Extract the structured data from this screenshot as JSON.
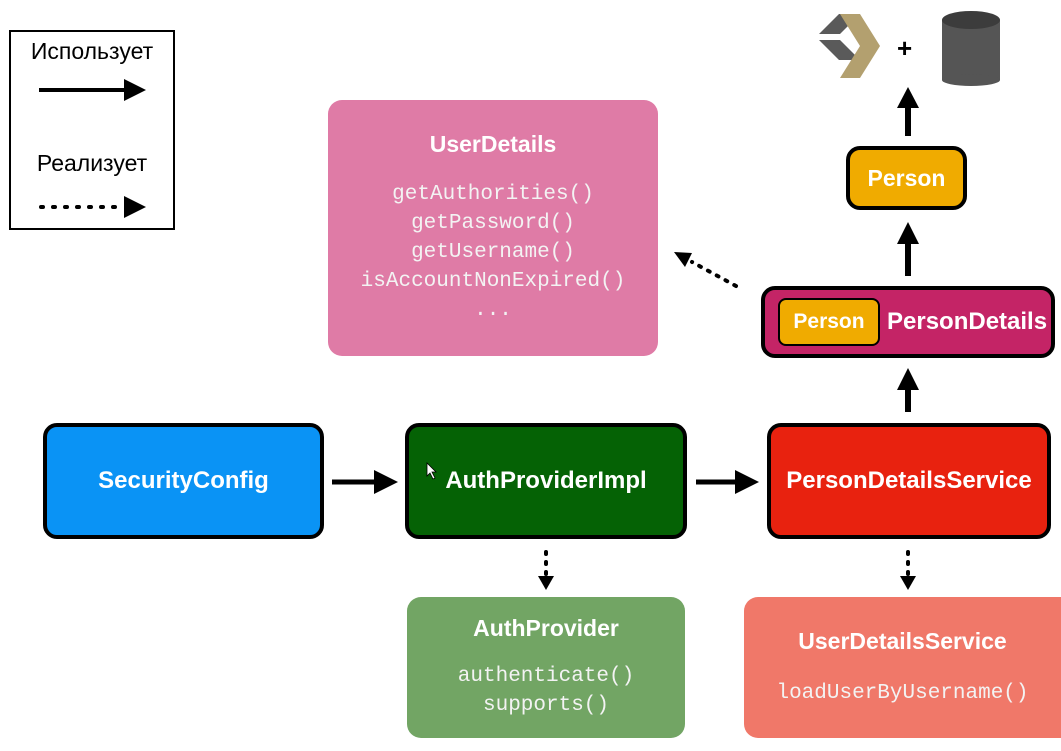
{
  "legend": {
    "uses_label": "Использует",
    "implements_label": "Реализует"
  },
  "classes": {
    "security_config": "SecurityConfig",
    "auth_provider_impl": "AuthProviderImpl",
    "person_details_service": "PersonDetailsService",
    "person_details": "PersonDetails",
    "person_inner": "Person",
    "person": "Person"
  },
  "interfaces": {
    "user_details": {
      "title": "UserDetails",
      "methods": [
        "getAuthorities()",
        "getPassword()",
        "getUsername()",
        "isAccountNonExpired()",
        "..."
      ]
    },
    "auth_provider": {
      "title": "AuthProvider",
      "methods": [
        "authenticate()",
        "supports()"
      ]
    },
    "user_details_service": {
      "title": "UserDetailsService",
      "methods": [
        "loadUserByUsername()"
      ]
    }
  },
  "top": {
    "plus": "+",
    "hibernate_logo": "hibernate-logo-icon",
    "database": "database-icon"
  },
  "colors": {
    "security_config": "#0a93f5",
    "auth_provider_impl": "#056205",
    "person_details_service": "#e8220f",
    "person_details": "#c42466",
    "person": "#f0ab00",
    "user_details": "#df7ba6",
    "auth_provider": "#72a564",
    "user_details_service": "#f07869",
    "database": "#555555"
  }
}
